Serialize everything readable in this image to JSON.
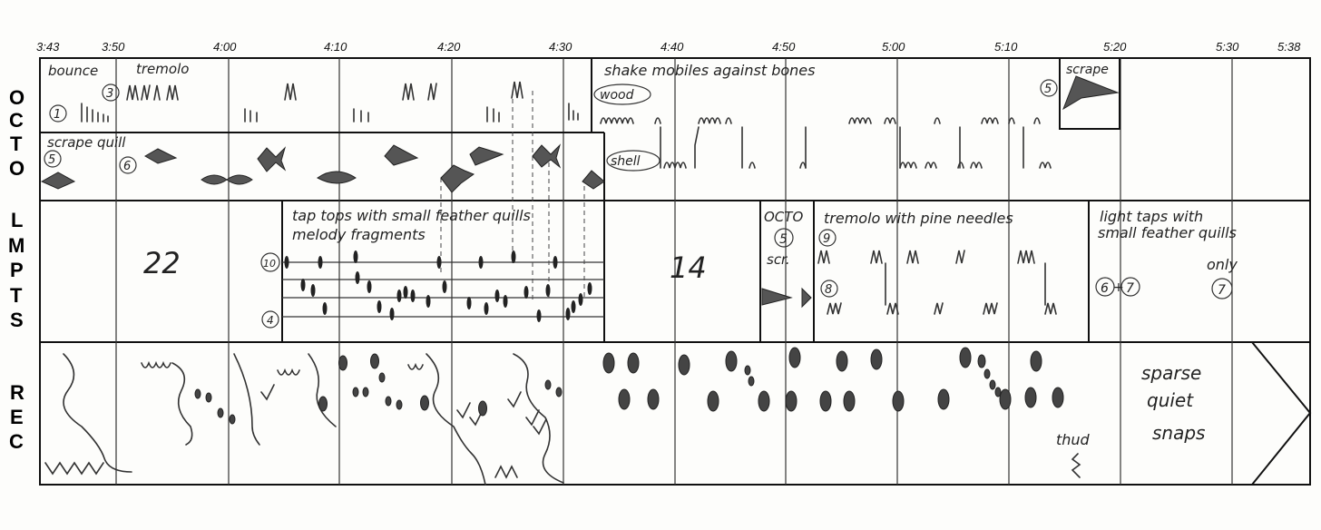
{
  "timeline": [
    "3:43",
    "3:50",
    "4:00",
    "4:10",
    "4:20",
    "4:30",
    "4:40",
    "4:50",
    "5:00",
    "5:10",
    "5:20",
    "5:30",
    "5:38"
  ],
  "instruments": {
    "octo": [
      "O",
      "C",
      "T",
      "O"
    ],
    "lmpts": [
      "L",
      "M",
      "P",
      "T",
      "S"
    ],
    "rec": [
      "R",
      "E",
      "C"
    ]
  },
  "octo": {
    "bounce": "bounce",
    "tremolo": "tremolo",
    "n1": "1",
    "n3": "3",
    "scrape_quill": "scrape quill",
    "n5": "5",
    "n6": "6",
    "shake": "shake mobiles against bones",
    "wood": "wood",
    "shell": "shell",
    "n5b": "5",
    "scrape": "scrape"
  },
  "lmpts": {
    "count1": "22",
    "tap1": "tap tops with small feather quills",
    "tap2": "melody fragments",
    "n10": "10",
    "n4": "4",
    "count2": "14",
    "octo_label": "OCTO",
    "n5": "5",
    "scr": "scr.",
    "tremolo_pine": "tremolo with pine needles",
    "n9": "9",
    "n8": "8",
    "light1": "light taps with",
    "light2": "small feather quills",
    "n6": "6",
    "plus": "+",
    "n7": "7",
    "only": "only",
    "n7b": "7"
  },
  "rec": {
    "thud": "thud",
    "sparse": "sparse",
    "quiet": "quiet",
    "snaps": "snaps"
  }
}
